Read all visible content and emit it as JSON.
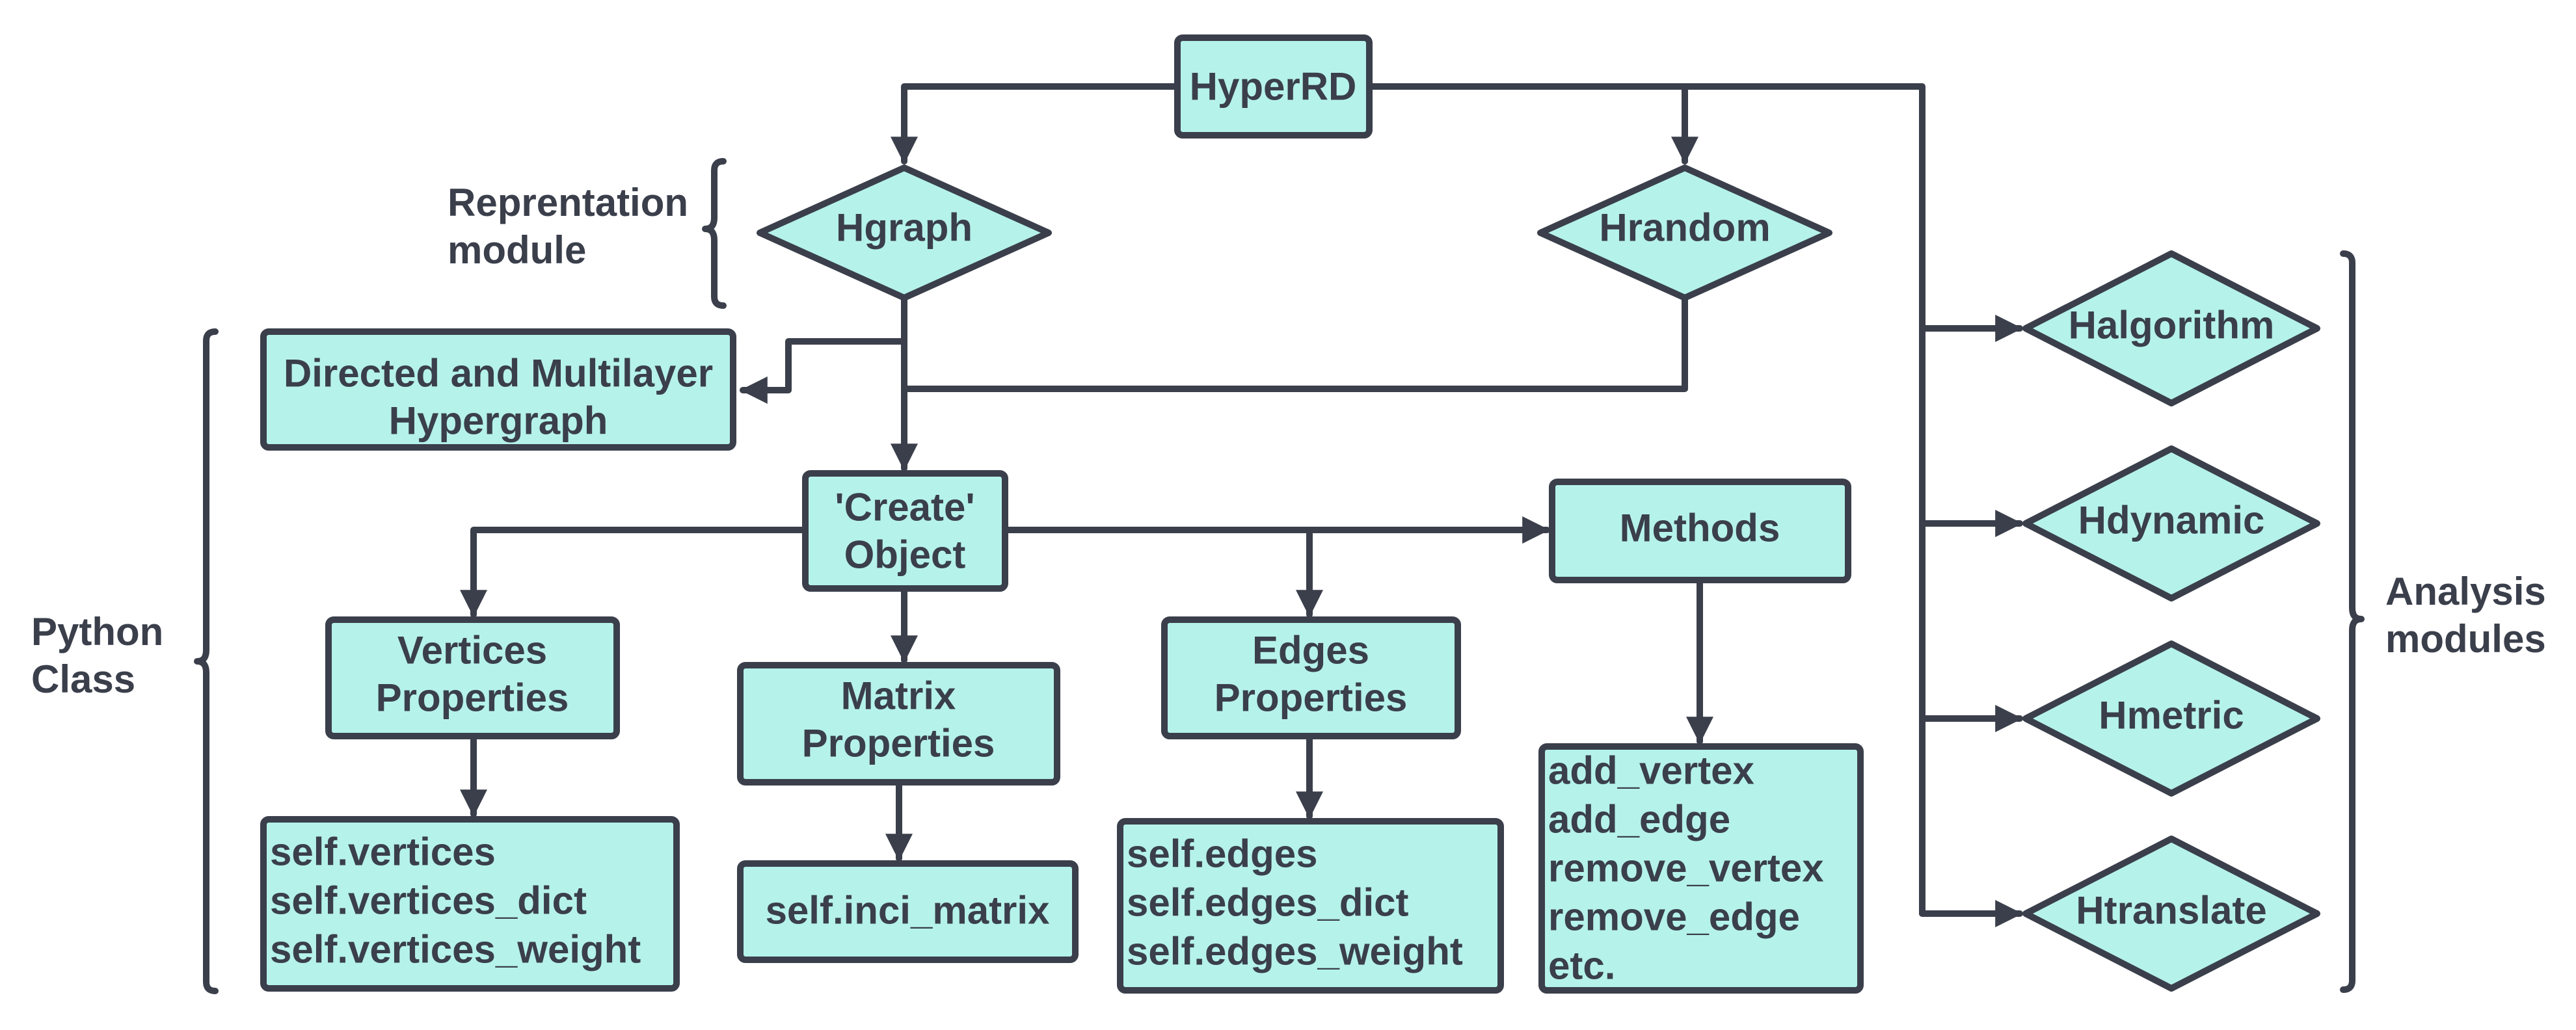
{
  "nodes": {
    "hyperrd": "HyperRD",
    "hgraph": "Hgraph",
    "hrandom": "Hrandom",
    "directed": [
      "Directed and Multilayer",
      "Hypergraph"
    ],
    "create_object": [
      "'Create'",
      "Object"
    ],
    "methods": "Methods",
    "vertices_properties": [
      "Vertices",
      "Properties"
    ],
    "matrix_properties": [
      "Matrix",
      "Properties"
    ],
    "edges_properties": [
      "Edges",
      "Properties"
    ],
    "vertices_attrs": [
      "self.vertices",
      "self.vertices_dict",
      "self.vertices_weight"
    ],
    "inci_matrix": "self.inci_matrix",
    "edges_attrs": [
      "self.edges",
      "self.edges_dict",
      "self.edges_weight"
    ],
    "methods_list": [
      "add_vertex",
      "add_edge",
      "remove_vertex",
      "remove_edge",
      "etc."
    ],
    "halgorithm": "Halgorithm",
    "hdynamic": "Hdynamic",
    "hmetric": "Hmetric",
    "htranslate": "Htranslate"
  },
  "labels": {
    "representation": [
      "Reprentation",
      "module"
    ],
    "python_class": [
      "Python",
      "Class"
    ],
    "analysis": [
      "Analysis",
      "modules"
    ]
  },
  "colors": {
    "fill": "#b5f2ea",
    "stroke": "#3a3f4b"
  }
}
